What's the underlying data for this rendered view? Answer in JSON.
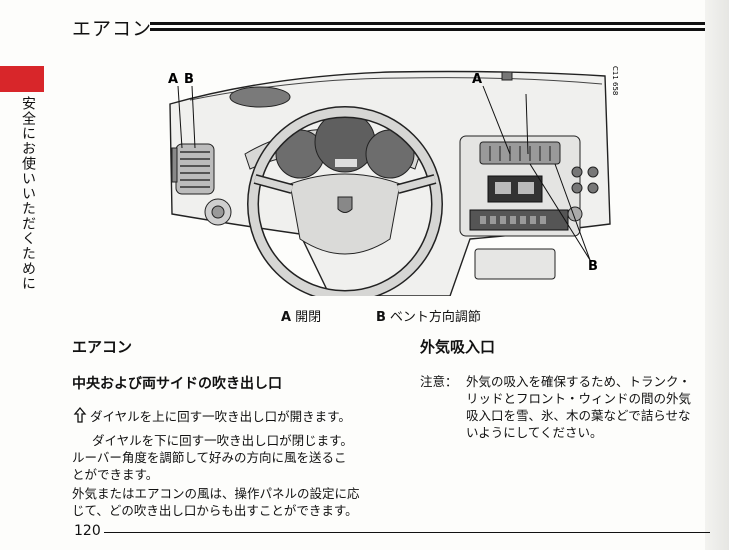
{
  "header": {
    "title": "エアコン"
  },
  "sidebar": {
    "section_label": "安全にお使いいただくために"
  },
  "diagram": {
    "callout_a_left": "A",
    "callout_b_left": "B",
    "callout_a_right": "A",
    "callout_b_right": "B",
    "figure_code": "C11 658"
  },
  "legend": {
    "a_key": "A",
    "a_text": "開閉",
    "b_key": "B",
    "b_text": "ベント方向調節"
  },
  "left_column": {
    "heading": "エアコン",
    "subheading": "中央および両サイドの吹き出し口",
    "line1": "ダイヤルを上に回す一吹き出し口が開きます。",
    "line2": "ダイヤルを下に回す一吹き出し口が閉じます。",
    "line3": "ルーバー角度を調節して好みの方向に風を送るこ",
    "line4": "とができます。",
    "line5": "外気またはエアコンの風は、操作パネルの設定に応",
    "line6": "じて、どの吹き出し口からも出すことができます。"
  },
  "right_column": {
    "heading": "外気吸入口",
    "note_label": "注意：",
    "note_line1": "外気の吸入を確保するため、トランク・",
    "note_line2": "リッドとフロント・ウィンドの間の外気",
    "note_line3": "吸入口を雪、氷、木の葉などで詰らせな",
    "note_line4": "いようにしてください。"
  },
  "footer": {
    "page_number": "120"
  }
}
